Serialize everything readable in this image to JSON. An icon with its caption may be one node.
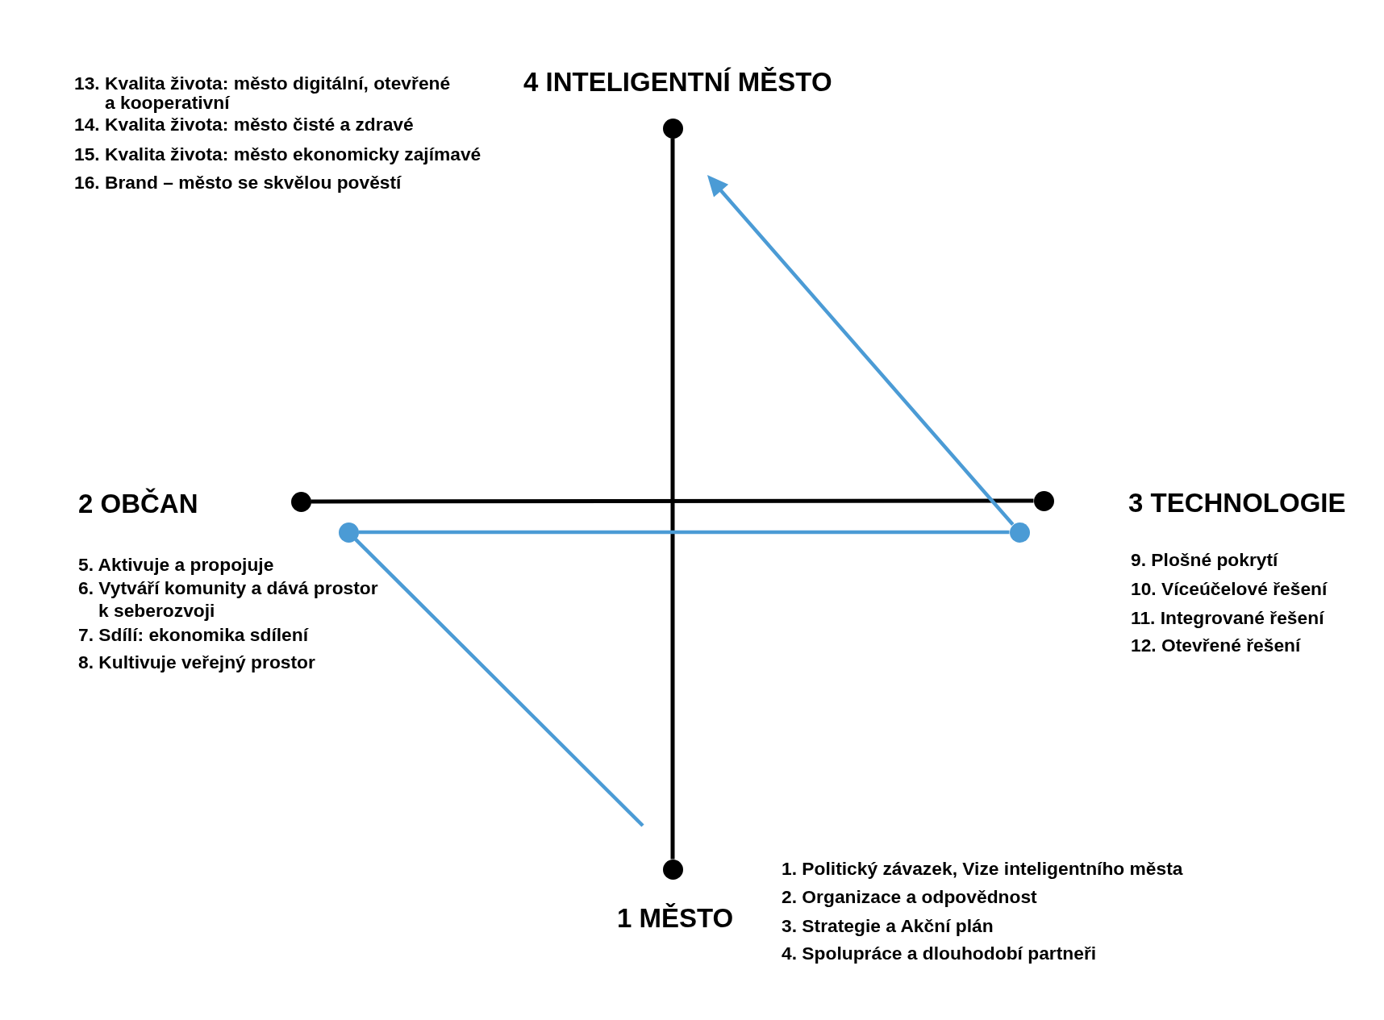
{
  "diagram": {
    "nodes": [
      {
        "text": [],
        "shape": "circle",
        "beside": [
          "4 INTELIGENTNÍ MĚSTO"
        ]
      },
      {
        "text": [],
        "shape": "circle",
        "beside": [
          "2 OBČAN"
        ]
      },
      {
        "text": [],
        "shape": "circle",
        "beside": [
          "3 TECHNOLOGIE"
        ]
      },
      {
        "text": [],
        "shape": "circle"
      },
      {
        "text": [],
        "shape": "circle"
      },
      {
        "text": [],
        "shape": "circle",
        "beside": [
          "1 MĚSTO"
        ]
      }
    ],
    "edges": [
      {
        "from": 0,
        "to": 5,
        "arrow": "none",
        "color": "#000000"
      },
      {
        "from": 1,
        "to": 2,
        "arrow": "none",
        "color": "#000000"
      },
      {
        "from": null,
        "to": 3,
        "arrow": "none"
      },
      {
        "from": 3,
        "to": 4,
        "arrow": "none"
      },
      {
        "from": 4,
        "to": null,
        "arrow": "to"
      }
    ],
    "labels": [
      "13. Kvalita života: město digitální, otevřené a kooperativní",
      "14. Kvalita života: město čisté a zdravé",
      "15. Kvalita života: město ekonomicky zajímavé",
      "16. Brand – město se skvělou pověstí",
      "5. Aktivuje a propojuje",
      "6. Vytváří komunity a dává prostor k seberozvoji",
      "7. Sdílí: ekonomika sdílení",
      "8. Kultivuje veřejný prostor",
      "9. Plošné pokrytí",
      "10. Víceúčelové řešení",
      "11. Integrované řešení",
      "12. Otevřené řešení",
      "1. Politický závazek, Vize inteligentního města",
      "2. Organizace a odpovědnost",
      "3. Strategie a Akční plán",
      "4. Spolupráce a dlouhodobí partneři"
    ]
  }
}
